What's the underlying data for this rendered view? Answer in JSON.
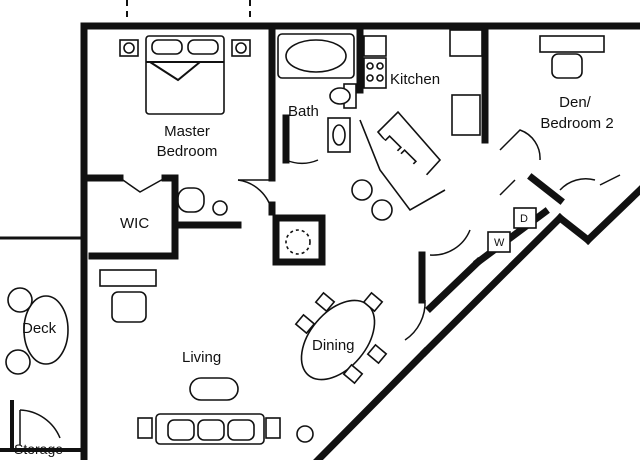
{
  "rooms": {
    "master_bedroom": "Master Bedroom",
    "bath": "Bath",
    "kitchen": "Kitchen",
    "den": "Den/ Bedroom 2",
    "wic": "WIC",
    "living": "Living",
    "dining": "Dining",
    "deck": "Deck",
    "storage": "Storage"
  },
  "appliances": {
    "washer": "W",
    "dryer": "D"
  }
}
